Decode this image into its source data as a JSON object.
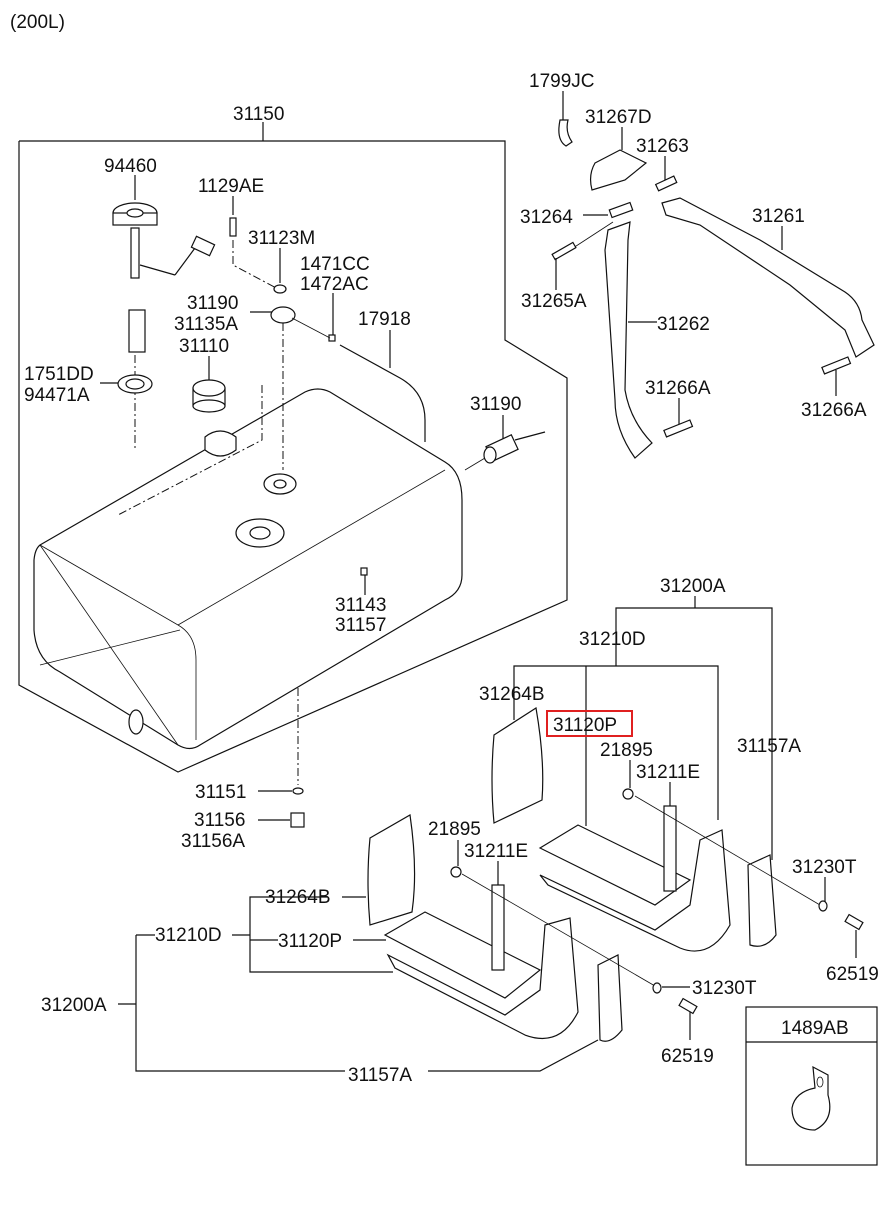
{
  "diagram": {
    "title": "(200L)",
    "highlight_color": "#e02020",
    "highlighted_part": "31120P",
    "labels": {
      "tank_assy": "31150",
      "sender": "94460",
      "screw": "1129AE",
      "gasket_m": "31123M",
      "clip_cc": "1471CC",
      "clip_ac": "1472AC",
      "fitting_top_a": "31190",
      "fitting_top_b": "31135A",
      "hose": "17918",
      "cap": "31110",
      "seal_a": "1751DD",
      "seal_b": "94471A",
      "fitting_side": "31190",
      "drain_a": "31143",
      "drain_b": "31157",
      "washer": "31151",
      "plug_a": "31156",
      "plug_b": "31156A",
      "band_clip": "1799JC",
      "bracket_cover": "31267D",
      "pin_top": "31263",
      "bushing": "31264",
      "bolt": "31265A",
      "band_upper": "31261",
      "band_lower": "31262",
      "pin_a": "31266A",
      "pin_b": "31266A",
      "step_assy_r": "31200A",
      "step_sub_r": "31210D",
      "pad_r": "31264B",
      "step_r": "31120P",
      "nut_r": "21895",
      "bracket_r": "31211E",
      "stay_r": "31157A",
      "washer_r": "31230T",
      "bolt_r": "62519",
      "nut_l": "21895",
      "bracket_l": "31211E",
      "pad_l": "31264B",
      "step_sub_l": "31210D",
      "step_l": "31120P",
      "step_assy_l": "31200A",
      "washer_l": "31230T",
      "bolt_l": "62519",
      "stay_l": "31157A",
      "clamp_box": "1489AB"
    }
  }
}
